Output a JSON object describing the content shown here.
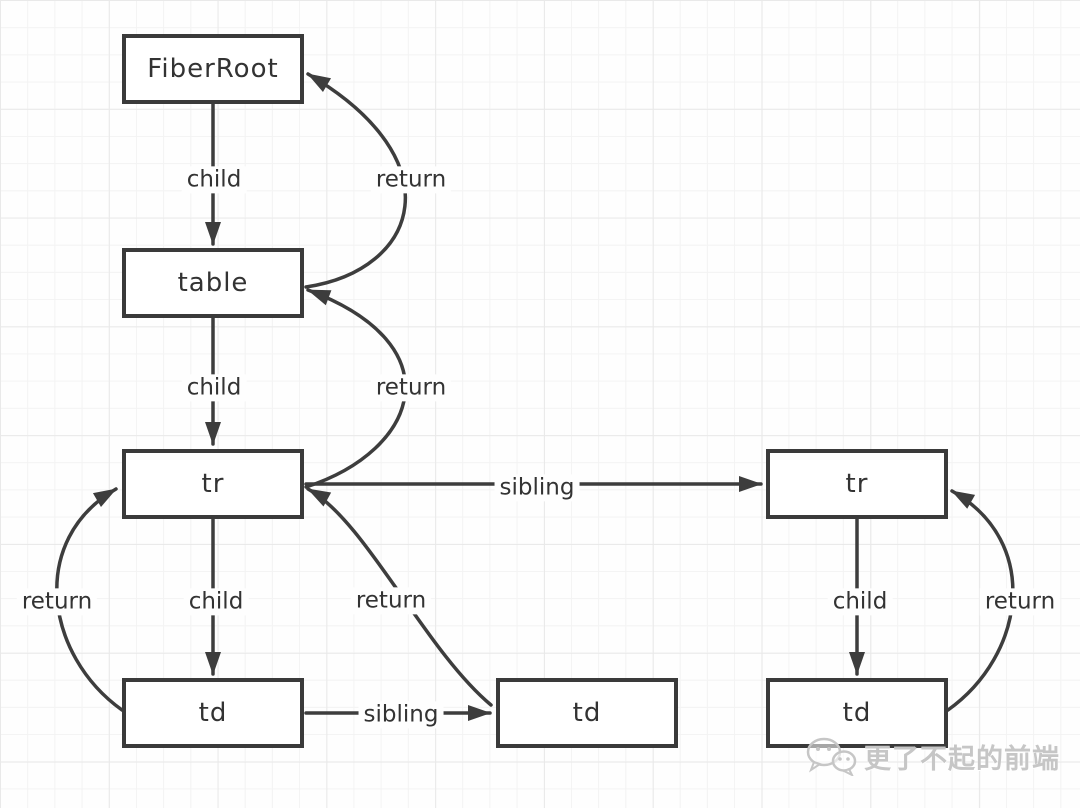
{
  "nodes": {
    "fiber_root": {
      "label": "FiberRoot"
    },
    "table_node": {
      "label": "table"
    },
    "tr_left": {
      "label": "tr"
    },
    "tr_right": {
      "label": "tr"
    },
    "td_left": {
      "label": "td"
    },
    "td_middle": {
      "label": "td"
    },
    "td_right": {
      "label": "td"
    }
  },
  "edges": [
    {
      "from": "FiberRoot",
      "to": "table",
      "label": "child"
    },
    {
      "from": "table",
      "to": "FiberRoot",
      "label": "return"
    },
    {
      "from": "table",
      "to": "tr-left",
      "label": "child"
    },
    {
      "from": "tr-left",
      "to": "table",
      "label": "return"
    },
    {
      "from": "tr-left",
      "to": "tr-right",
      "label": "sibling"
    },
    {
      "from": "td-left",
      "to": "tr-left",
      "label": "return"
    },
    {
      "from": "tr-left",
      "to": "td-left",
      "label": "child"
    },
    {
      "from": "td-middle",
      "to": "tr-left",
      "label": "return"
    },
    {
      "from": "tr-right",
      "to": "td-right",
      "label": "child"
    },
    {
      "from": "td-right",
      "to": "tr-right",
      "label": "return"
    },
    {
      "from": "td-left",
      "to": "td-middle",
      "label": "sibling"
    }
  ],
  "watermark": {
    "text": "更了不起的前端",
    "icon": "wechat-icon"
  },
  "colors": {
    "line_stroke": "#3d3d3d",
    "box_border": "#3a3a3a",
    "box_fill": "#ffffff",
    "text": "#333333",
    "grid_minor": "#f3f3f3",
    "grid_major": "#e9e9e9",
    "watermark": "#c6c6c6"
  }
}
